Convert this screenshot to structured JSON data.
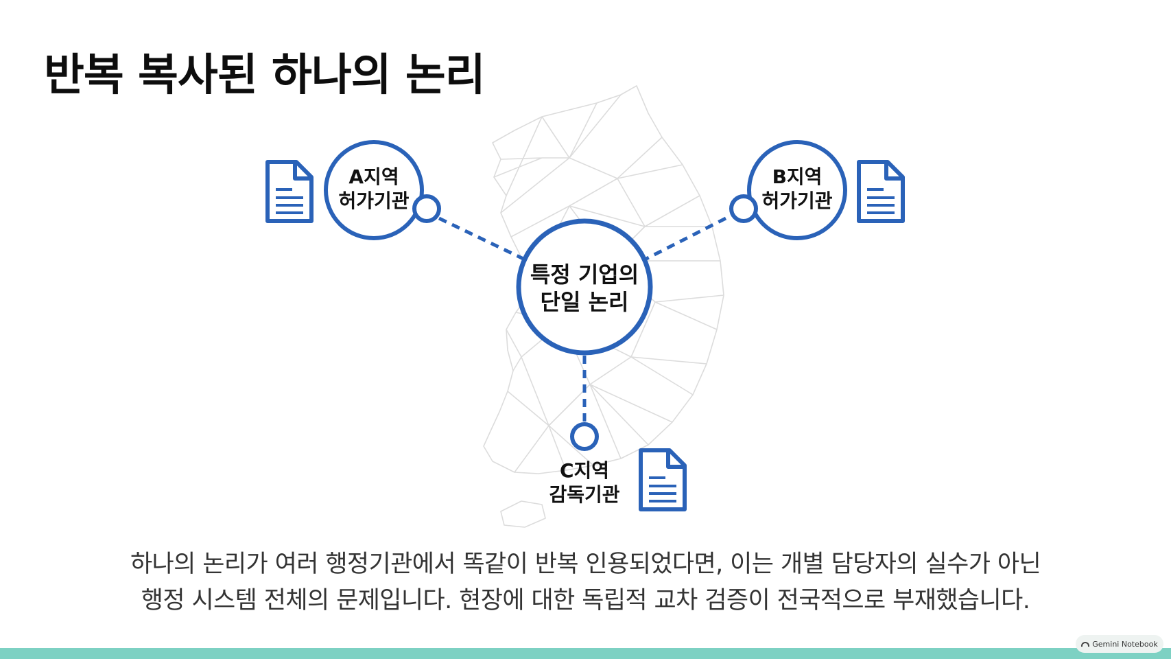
{
  "title": "반복 복사된 하나의 논리",
  "center": {
    "line1": "특정 기업의",
    "line2": "단일 논리"
  },
  "nodes": {
    "a": {
      "line1": "A지역",
      "line2": "허가기관"
    },
    "b": {
      "line1": "B지역",
      "line2": "허가기관"
    },
    "c": {
      "line1": "C지역",
      "line2": "감독기관"
    }
  },
  "caption": {
    "line1": "하나의 논리가 여러 행정기관에서 똑같이 반복 인용되었다면, 이는 개별 담당자의 실수가 아닌",
    "line2": "행정 시스템 전체의 문제입니다. 현장에 대한 독립적 교차 검증이 전국적으로 부재했습니다."
  },
  "badge": "Gemini Notebook",
  "colors": {
    "accent": "#2a62b8",
    "map": "#dcdcdc",
    "bar": "#7dd1c3"
  },
  "icons": [
    "document-icon",
    "korea-map-outline"
  ]
}
